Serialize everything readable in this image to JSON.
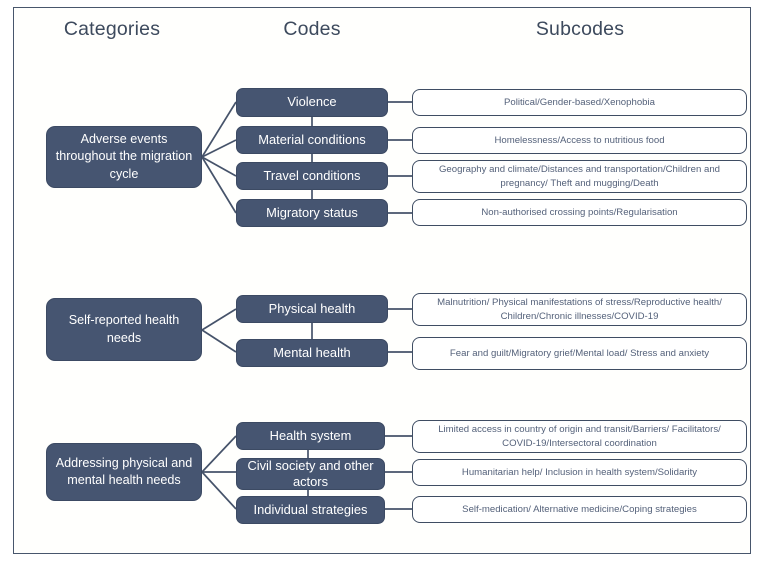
{
  "frame": {
    "border_color": "#48566c",
    "background": "#fffffd"
  },
  "palette": {
    "box_fill": "#465571",
    "box_text": "#ffffff",
    "subcode_fill": "#ffffff",
    "subcode_text": "#54617a",
    "line": "#46536a",
    "heading_text": "#3d4a5d"
  },
  "headings": {
    "categories": "Categories",
    "codes": "Codes",
    "subcodes": "Subcodes"
  },
  "groups": [
    {
      "id": "adverse-events",
      "category": "Adverse events throughout the migration cycle",
      "rows": [
        {
          "code": "Violence",
          "subcode": "Political/Gender-based/Xenophobia"
        },
        {
          "code": "Material conditions",
          "subcode": "Homelessness/Access to nutritious food"
        },
        {
          "code": "Travel conditions",
          "subcode": "Geography and climate/Distances and transportation/Children and pregnancy/ Theft and mugging/Death"
        },
        {
          "code": "Migratory status",
          "subcode": "Non-authorised crossing points/Regularisation"
        }
      ]
    },
    {
      "id": "self-reported-health-needs",
      "category": "Self-reported health needs",
      "rows": [
        {
          "code": "Physical health",
          "subcode": "Malnutrition/ Physical manifestations of stress/Reproductive health/ Children/Chronic illnesses/COVID-19"
        },
        {
          "code": "Mental health",
          "subcode": "Fear and guilt/Migratory grief/Mental load/ Stress and anxiety"
        }
      ]
    },
    {
      "id": "addressing-health-needs",
      "category": "Addressing physical and mental health needs",
      "rows": [
        {
          "code": "Health system",
          "subcode": "Limited access in country of origin and transit/Barriers/ Facilitators/ COVID-19/Intersectoral coordination"
        },
        {
          "code": "Civil society and other actors",
          "subcode": "Humanitarian help/ Inclusion in health system/Solidarity"
        },
        {
          "code": "Individual strategies",
          "subcode": "Self-medication/ Alternative medicine/Coping strategies"
        }
      ]
    }
  ]
}
